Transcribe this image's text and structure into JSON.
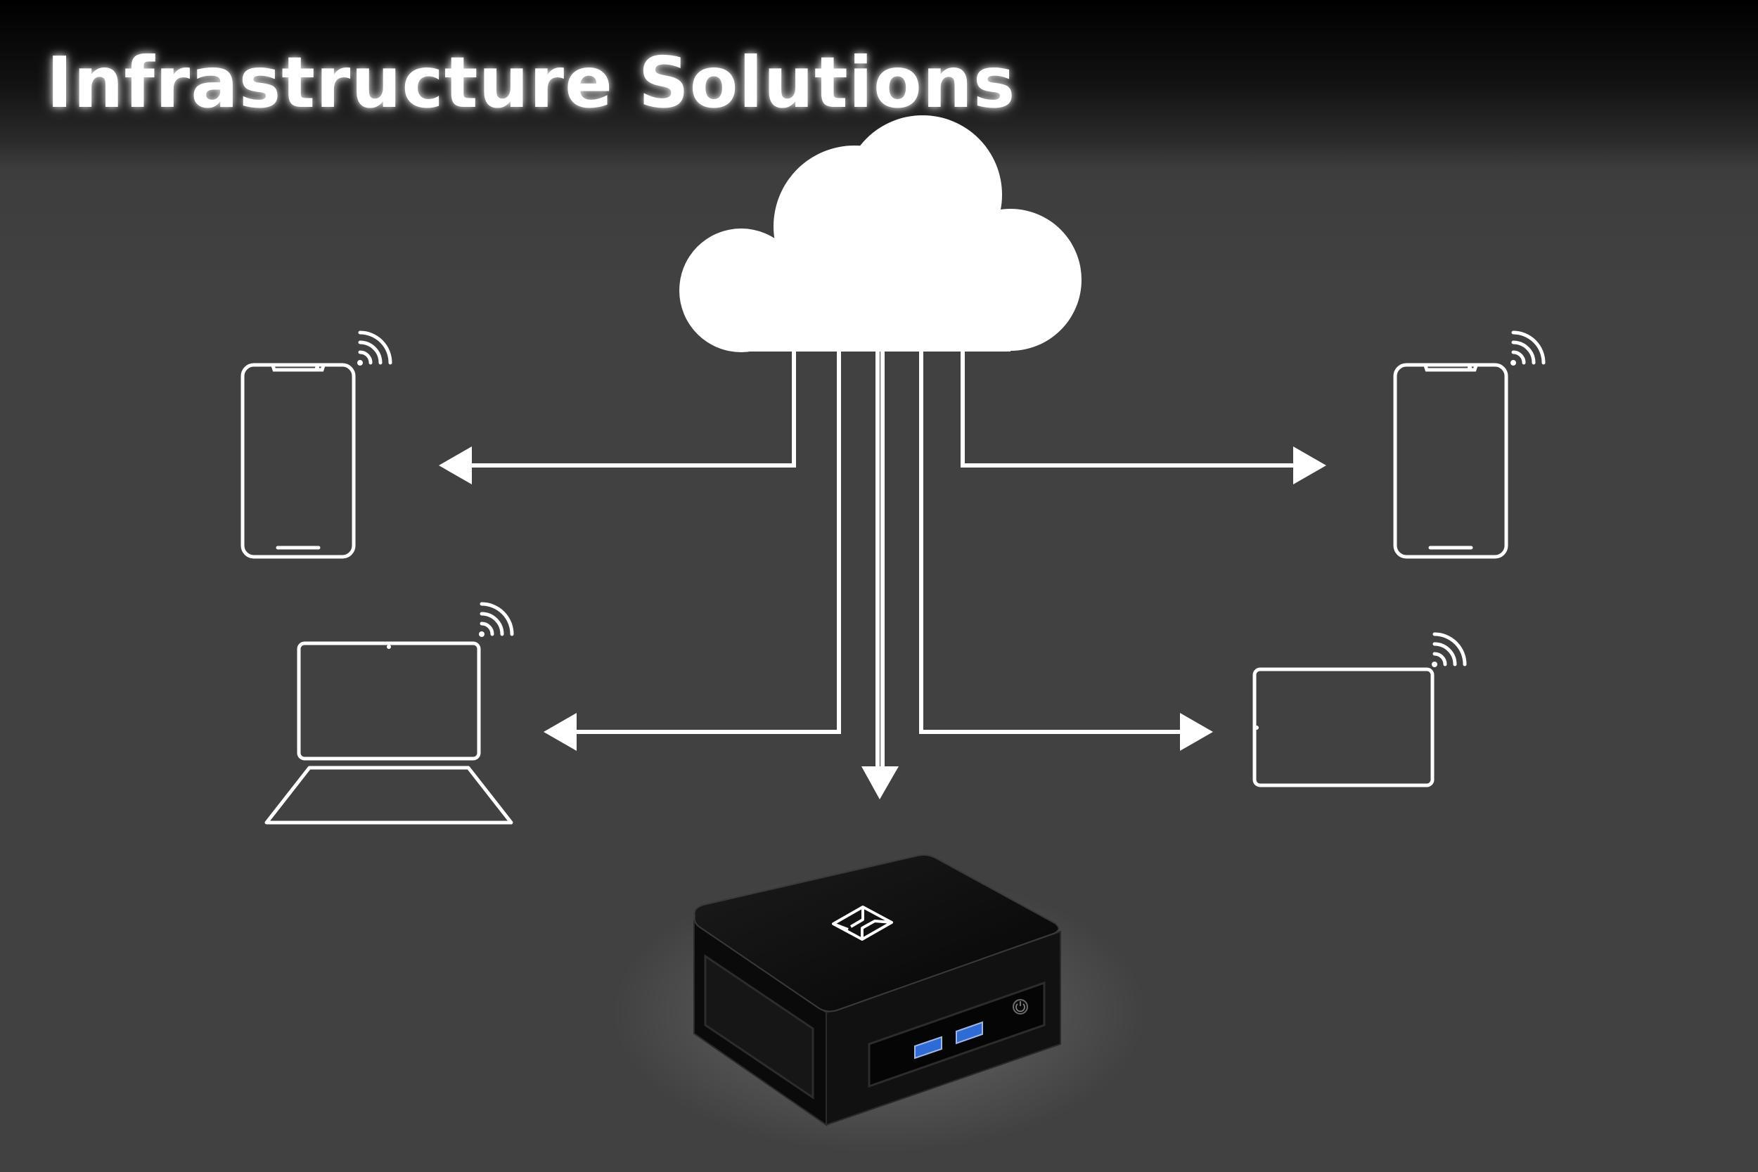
{
  "title": "Infrastructure Solutions",
  "colors": {
    "background": "#414141",
    "header_top": "#000000",
    "line": "#ffffff",
    "device_body": "#0e0e0e",
    "usb_port": "#2e6bd6"
  },
  "icons": {
    "cloud": "cloud-icon",
    "smartphone": "smartphone-icon",
    "laptop": "laptop-icon",
    "tablet": "tablet-icon",
    "wireless": "wifi-signal-icon",
    "mini_pc": "mini-pc-device",
    "logo": "cube-logo"
  }
}
